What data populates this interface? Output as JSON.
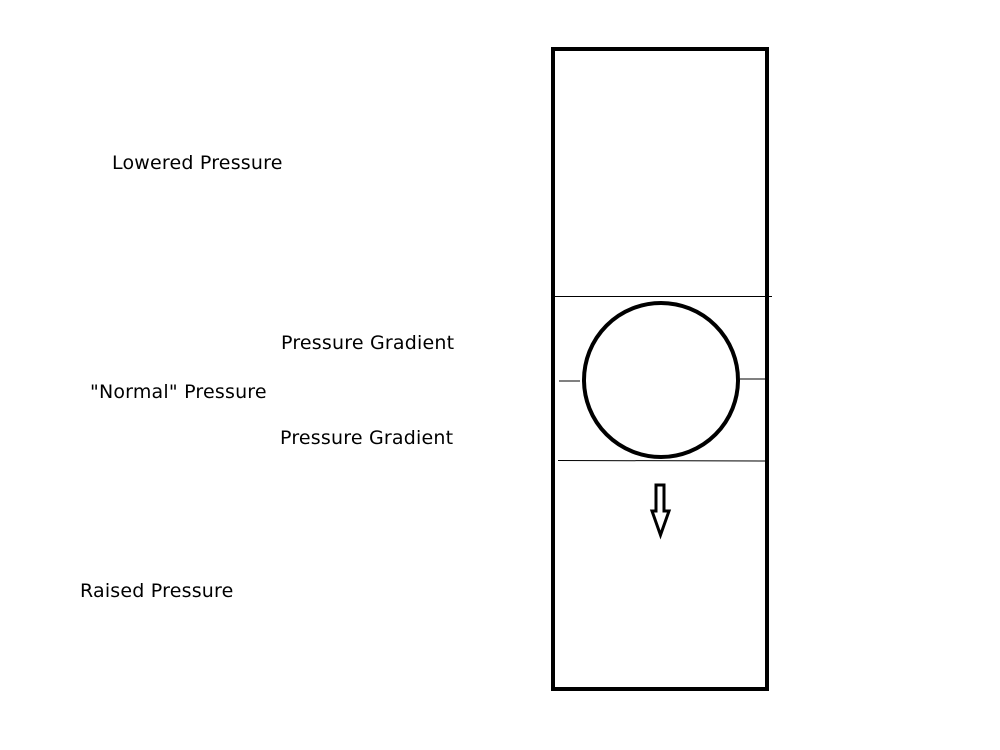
{
  "labels": {
    "lowered": "Lowered Pressure",
    "gradient_top": "Pressure Gradient",
    "normal": "\"Normal\" Pressure",
    "gradient_bottom": "Pressure Gradient",
    "raised": "Raised Pressure"
  },
  "colors": {
    "stroke": "#000000",
    "background": "#ffffff"
  }
}
